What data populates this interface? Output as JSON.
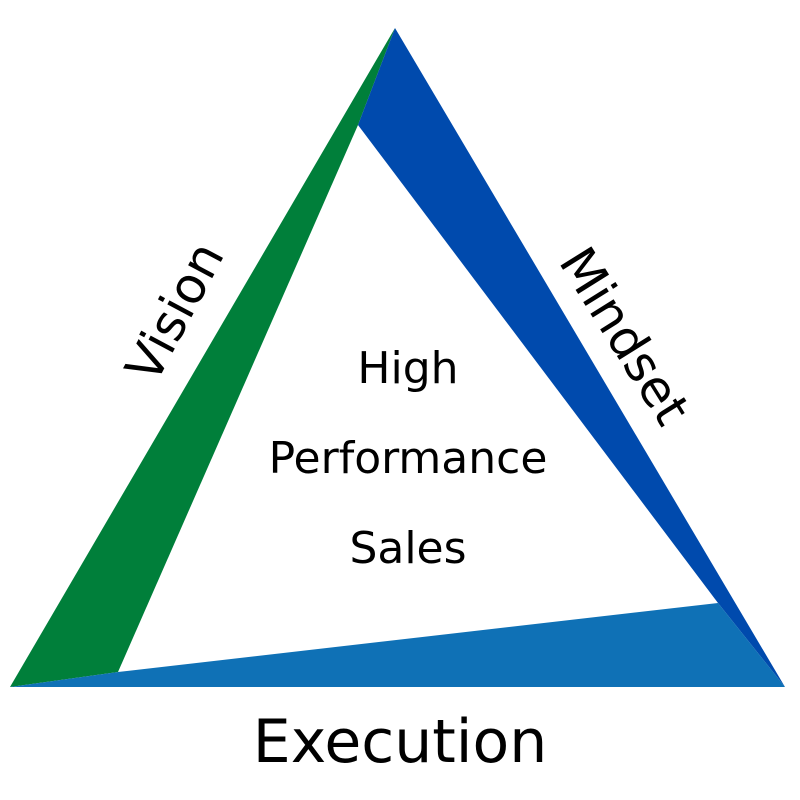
{
  "diagram": {
    "center_lines": [
      "High",
      "Performance",
      "Sales"
    ],
    "sides": {
      "left": {
        "label": "Vision",
        "color": "#007f3a"
      },
      "right": {
        "label": "Mindset",
        "color": "#004aad"
      },
      "bottom": {
        "label": "Execution",
        "color": "#0f71b6"
      }
    }
  }
}
